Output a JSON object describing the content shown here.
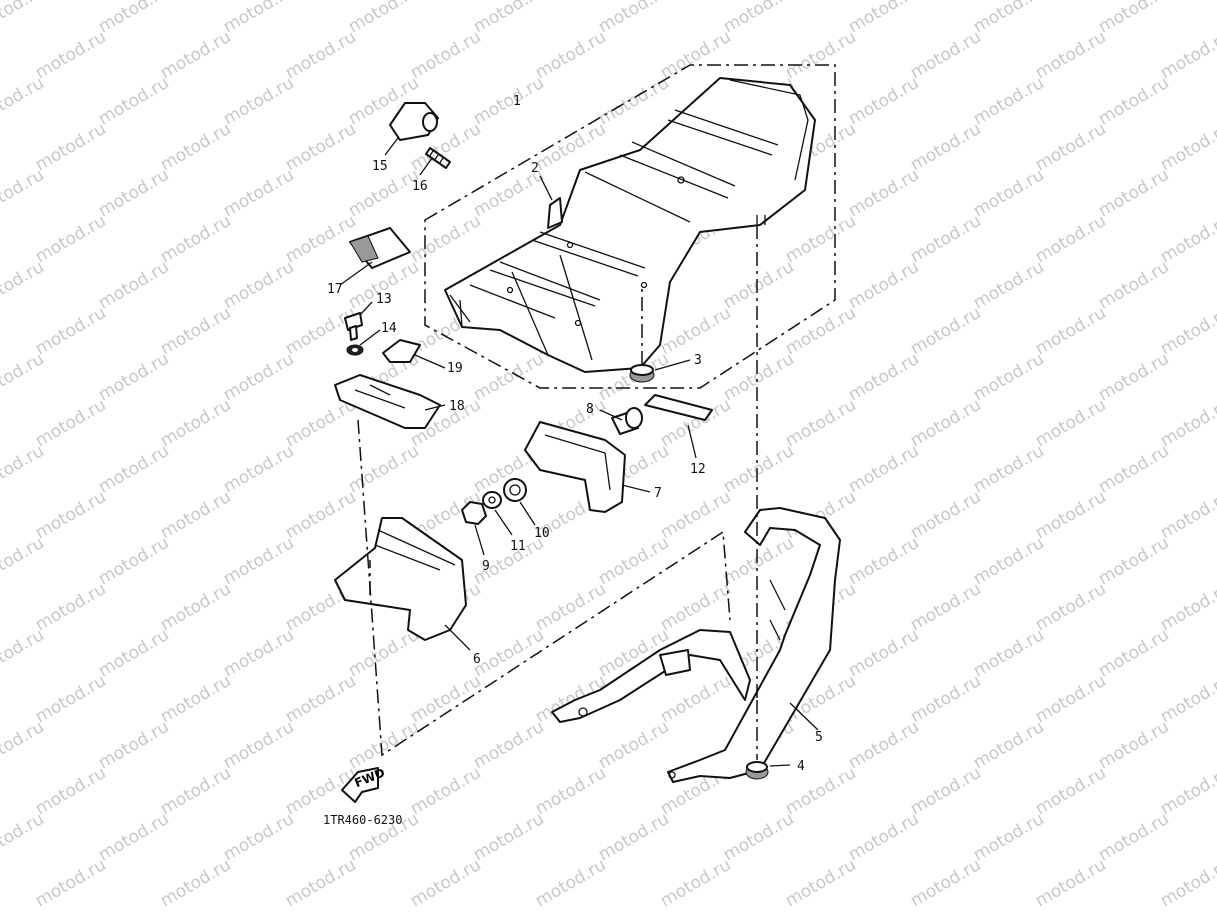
{
  "watermark": "motod.ru",
  "diagram_code": "1TR460-6230",
  "fwd_label": "FWD",
  "callouts": [
    "1",
    "2",
    "3",
    "4",
    "5",
    "6",
    "7",
    "8",
    "9",
    "10",
    "11",
    "12",
    "13",
    "14",
    "15",
    "16",
    "17",
    "18",
    "19"
  ]
}
